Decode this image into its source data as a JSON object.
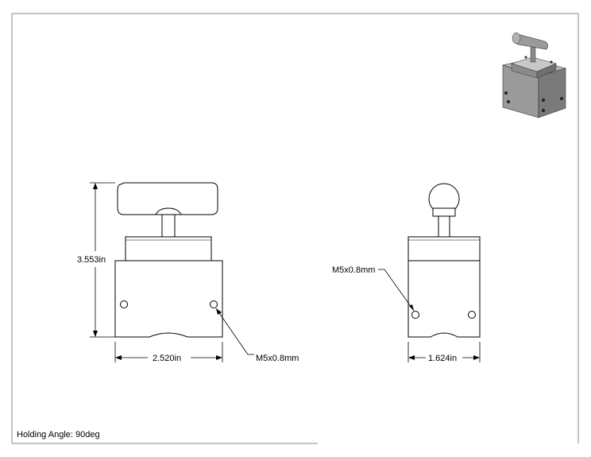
{
  "front_view": {
    "height_dimension": "3.553in",
    "width_dimension": "2.520in",
    "hole_callout": "M5x0.8mm"
  },
  "side_view": {
    "hole_callout": "M5x0.8mm",
    "width_dimension": "1.624in"
  },
  "note": {
    "holding_angle": "Holding Angle: 90deg"
  },
  "colors": {
    "line": "#000000",
    "border": "#8a8a8a",
    "body_shade": "#9a9a9a",
    "body_dark": "#5a5a5a"
  }
}
